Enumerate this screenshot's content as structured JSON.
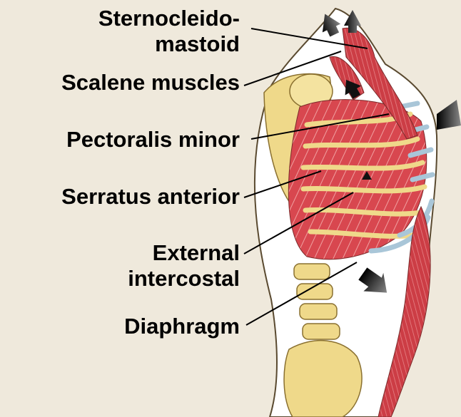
{
  "labels": {
    "sternocleidomastoid_line1": "Sternocleido-",
    "sternocleidomastoid_line2": "mastoid",
    "scalene_muscles": "Scalene muscles",
    "pectoralis_minor": "Pectoralis minor",
    "serratus_anterior": "Serratus anterior",
    "external_intercostal_line1": "External",
    "external_intercostal_line2": "intercostal",
    "diaphragm": "Diaphragm"
  },
  "colors": {
    "background": "#efe9dc",
    "skin": "#ffffff",
    "muscle": "#d8474f",
    "bone": "#efd98a",
    "cartilage": "#a9c6d8",
    "arrow": "#1a1a1a"
  },
  "arrows": [
    "up-arrow",
    "up-arrow",
    "up-arrow",
    "up-arrow",
    "right-arrow",
    "down-right-arrow"
  ]
}
